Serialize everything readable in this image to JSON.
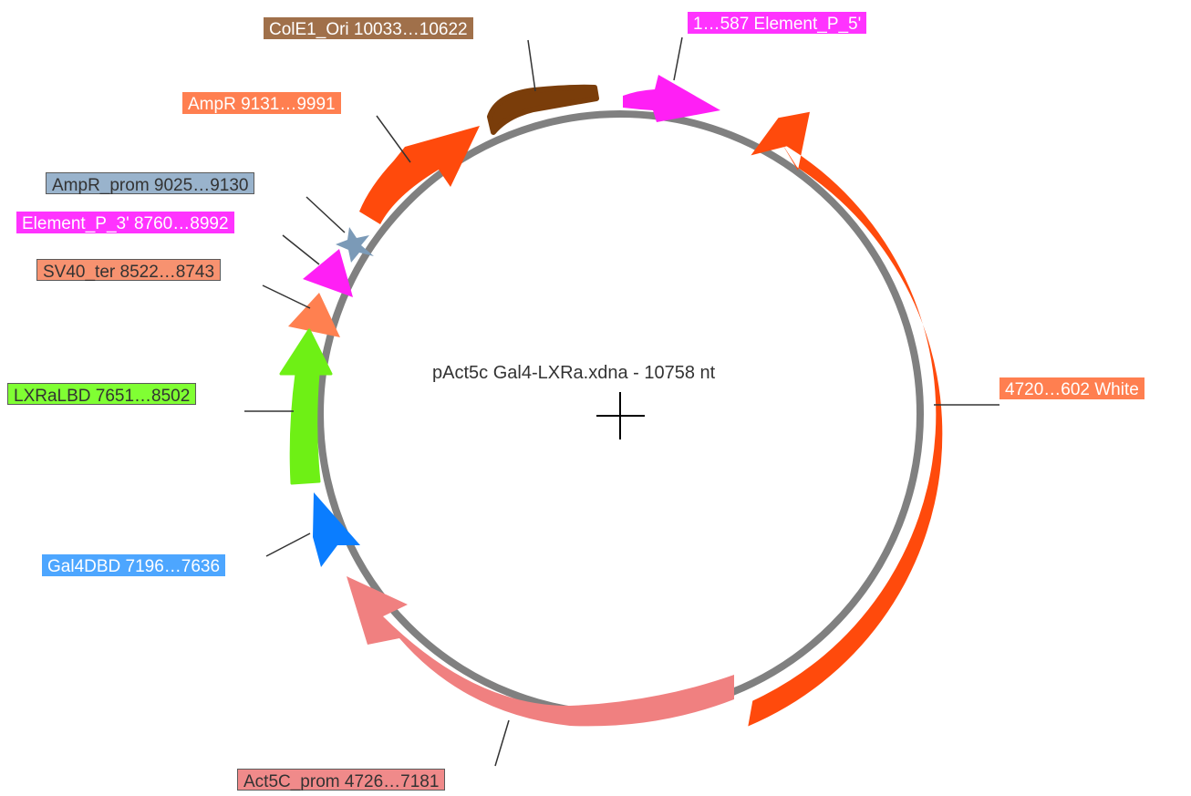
{
  "map": {
    "title": "pAct5c Gal4-LXRa.xdna - 10758 nt",
    "backbone_color": "#808080"
  },
  "features": [
    {
      "id": "white",
      "label": "4720…602  White",
      "color": "#ff4a0c",
      "label_bg": "#ff7f50",
      "label_text": "#ffffff",
      "boxed": false
    },
    {
      "id": "element-p5",
      "label": "1…587  Element_P_5'",
      "color": "#ff1ff5",
      "label_bg": "#ff33ff",
      "label_text": "#ffffff",
      "boxed": false
    },
    {
      "id": "cole1-ori",
      "label": "ColE1_Ori  10033…10622",
      "color": "#7a3d0a",
      "label_bg": "#a0704a",
      "label_text": "#ffffff",
      "boxed": false
    },
    {
      "id": "ampr",
      "label": "AmpR  9131…9991",
      "color": "#ff4a0c",
      "label_bg": "#ff7f50",
      "label_text": "#ffffff",
      "boxed": false
    },
    {
      "id": "ampr-prom",
      "label": "AmpR_prom  9025…9130",
      "color": "#7b9ab7",
      "label_bg": "#99b3cc",
      "label_text": "#333333",
      "boxed": true
    },
    {
      "id": "element-p3",
      "label": "Element_P_3'  8760…8992",
      "color": "#ff1ff5",
      "label_bg": "#ff33ff",
      "label_text": "#ffffff",
      "boxed": false
    },
    {
      "id": "sv40-ter",
      "label": "SV40_ter  8522…8743",
      "color": "#ff8050",
      "label_bg": "#f79270",
      "label_text": "#333333",
      "boxed": true
    },
    {
      "id": "lxralbd",
      "label": "LXRaLBD  7651…8502",
      "color": "#6ef015",
      "label_bg": "#80ff33",
      "label_text": "#333333",
      "boxed": true
    },
    {
      "id": "gal4dbd",
      "label": "Gal4DBD  7196…7636",
      "color": "#0a7dff",
      "label_bg": "#4da6ff",
      "label_text": "#ffffff",
      "boxed": false
    },
    {
      "id": "act5c-prom",
      "label": "Act5C_prom  4726…7181",
      "color": "#f08080",
      "label_bg": "#f08a8a",
      "label_text": "#333333",
      "boxed": true
    }
  ]
}
